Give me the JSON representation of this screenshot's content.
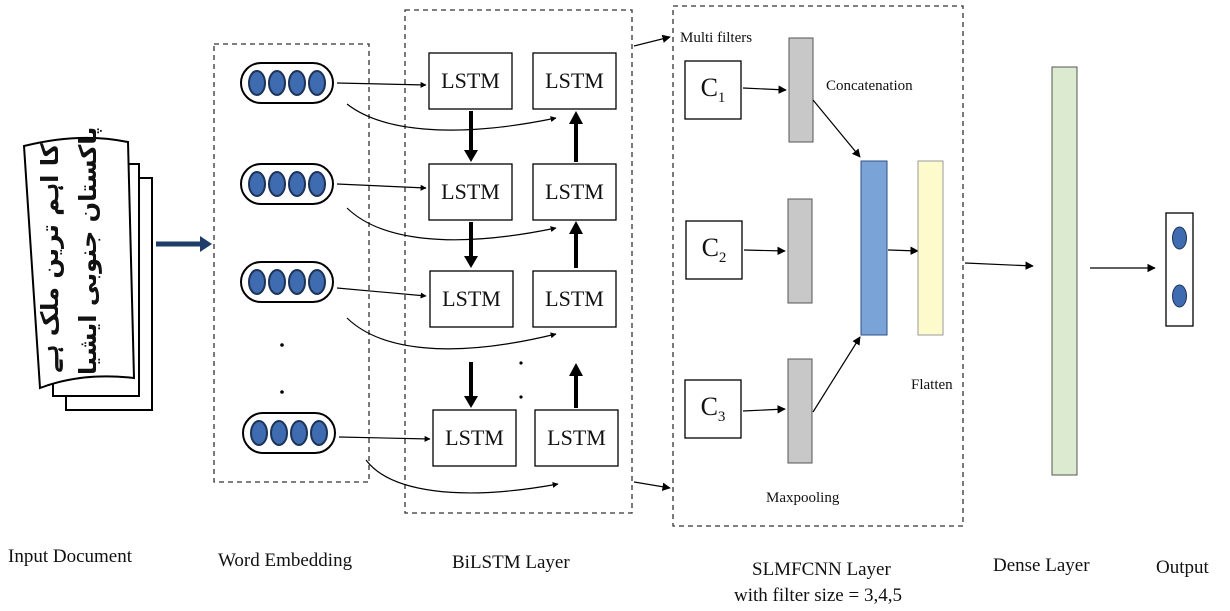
{
  "document": {
    "lines": [
      "پاکستان جنوبی ایشیا",
      "کا اہم ترین ملک ہے"
    ]
  },
  "lstm_label": "LSTM",
  "conv": {
    "c1": {
      "main": "C",
      "sub": "1"
    },
    "c2": {
      "main": "C",
      "sub": "2"
    },
    "c3": {
      "main": "C",
      "sub": "3"
    }
  },
  "annotations": {
    "multi_filters": "Multi filters",
    "concatenation": "Concatenation",
    "flatten": "Flatten",
    "maxpooling": "Maxpooling",
    "dots": ":"
  },
  "stage_labels": {
    "input": "Input Document",
    "embedding": "Word Embedding",
    "bilstm": "BiLSTM Layer",
    "slmfcnn_line1": "SLMFCNN Layer",
    "slmfcnn_line2": "with filter size = 3,4,5",
    "dense": "Dense Layer",
    "output": "Output"
  },
  "colors": {
    "token_fill": "#3f6bb0",
    "concat_fill": "#7aa3d8",
    "flatten_fill": "#fdfbcc",
    "dense_fill": "#dcebd0",
    "pool_fill": "#c8c8c8"
  }
}
